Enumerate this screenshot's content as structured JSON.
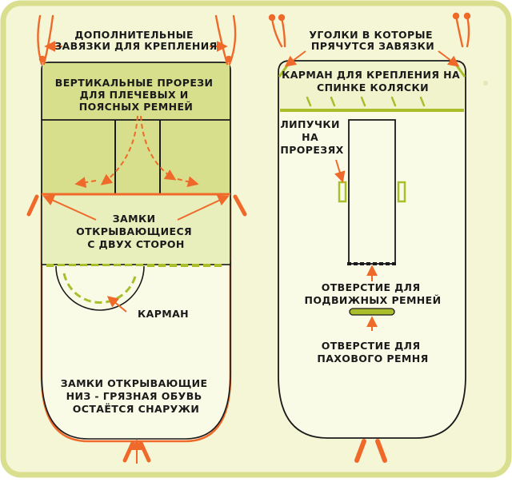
{
  "colors": {
    "frame_fill": "#f4f6d6",
    "frame_border": "#d9df8e",
    "panel_fill": "#fafbe6",
    "band_fill": "#d7df8c",
    "band_light": "#e8eebc",
    "accent": "#aabd2b",
    "arrow": "#ef6a2a",
    "outline": "#1a1a1a"
  },
  "left": {
    "ties_label": [
      "ДОПОЛНИТЕЛЬНЫЕ",
      "ЗАВЯЗКИ ДЛЯ КРЕПЛЕНИЯ"
    ],
    "slots_label": [
      "ВЕРТИКАЛЬНЫЕ ПРОРЕЗИ",
      "ДЛЯ ПЛЕЧЕВЫХ И",
      "ПОЯСНЫХ РЕМНЕЙ"
    ],
    "zippers_label": [
      "ЗАМКИ",
      "ОТКРЫВАЮЩИЕСЯ",
      "С ДВУХ СТОРОН"
    ],
    "pocket_label": "КАРМАН",
    "bottom_label": [
      "ЗАМКИ ОТКРЫВАЮЩИЕ",
      "НИЗ - ГРЯЗНАЯ ОБУВЬ",
      "ОСТАЁТСЯ СНАРУЖИ"
    ]
  },
  "right": {
    "corners_label": [
      "УГОЛКИ В КОТОРЫЕ",
      "ПРЯЧУТСЯ ЗАВЯЗКИ"
    ],
    "pocket_label": [
      "КАРМАН ДЛЯ КРЕПЛЕНИЯ НА",
      "СПИНКЕ КОЛЯСКИ"
    ],
    "velcro_label": [
      "ЛИПУЧКИ",
      "НА",
      "ПРОРЕЗЯХ"
    ],
    "straps_hole_label": [
      "ОТВЕРСТИЕ ДЛЯ",
      "ПОДВИЖНЫХ РЕМНЕЙ"
    ],
    "crotch_hole_label": [
      "ОТВЕРСТИЕ ДЛЯ",
      "ПАХОВОГО РЕМНЯ"
    ]
  }
}
